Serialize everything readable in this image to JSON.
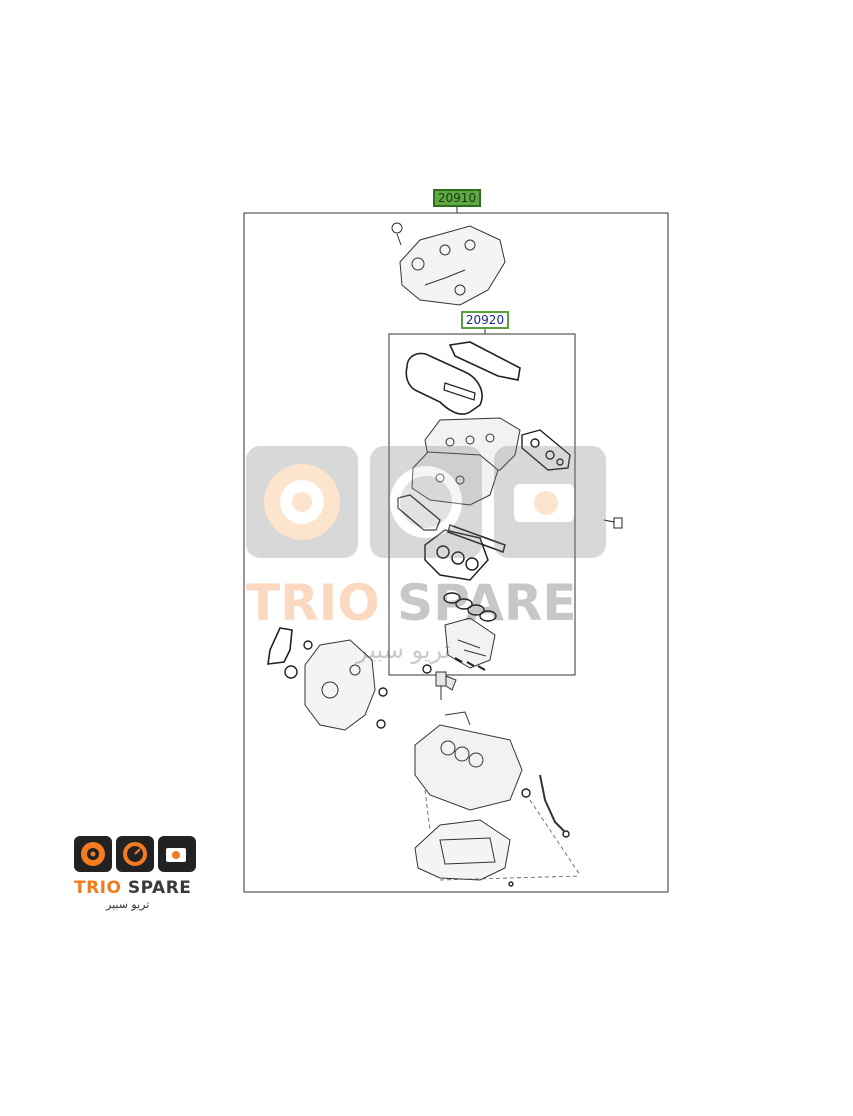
{
  "diagram": {
    "callouts": {
      "gasket_kit": "20910",
      "head_gasket_set": "20920"
    }
  },
  "watermark": {
    "brand_primary": "TRIO",
    "brand_secondary": "SPARE",
    "brand_arabic": "تريو سبير"
  },
  "logo": {
    "brand_primary": "TRIO",
    "brand_secondary": "SPARE",
    "brand_arabic": "تريو سبير",
    "colors": {
      "primary": "#f47b20",
      "secondary": "#3a3a3a"
    }
  }
}
